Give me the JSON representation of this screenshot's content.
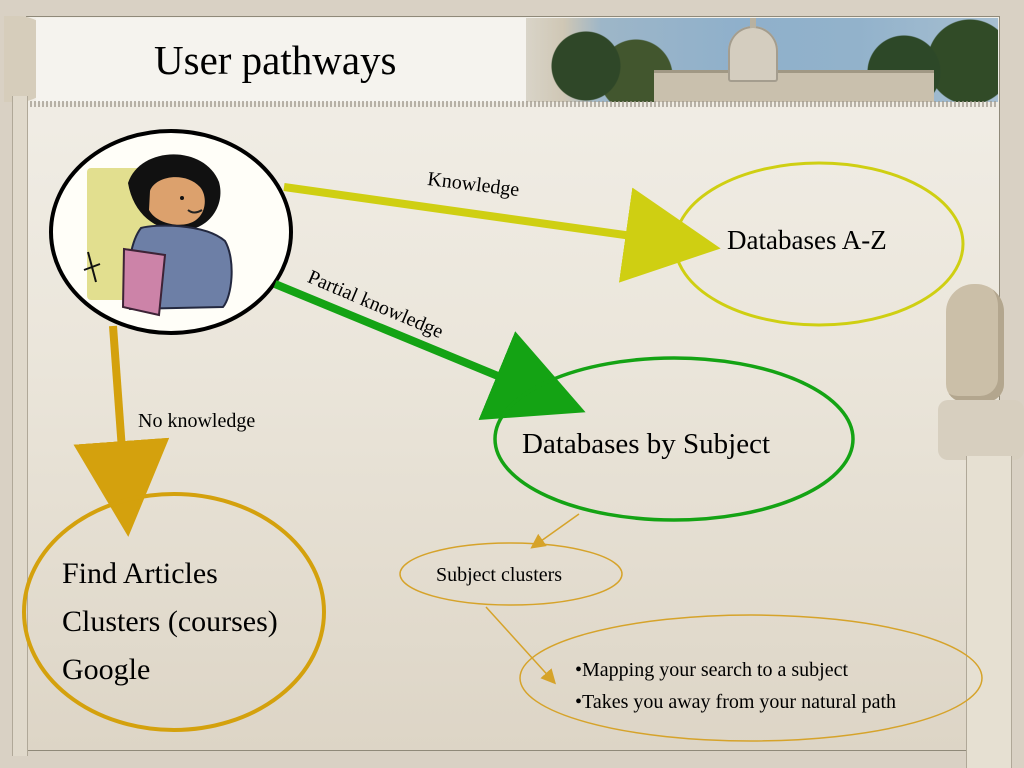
{
  "title": "User pathways",
  "nodes": {
    "az": "Databases A-Z",
    "subject": "Databases by Subject",
    "clusters": "Subject clusters"
  },
  "edges": {
    "knowledge": "Knowledge",
    "partial": "Partial knowledge",
    "none": "No knowledge"
  },
  "lists": {
    "left": [
      "Find Articles",
      "Clusters (courses)",
      "Google"
    ],
    "right": [
      "•Mapping your search to a subject",
      "•Takes you away from your natural path"
    ]
  },
  "colors": {
    "yellow": "#cfcf12",
    "green": "#14a314",
    "gold": "#d4a10d",
    "thin_gold": "#d6a32a"
  }
}
